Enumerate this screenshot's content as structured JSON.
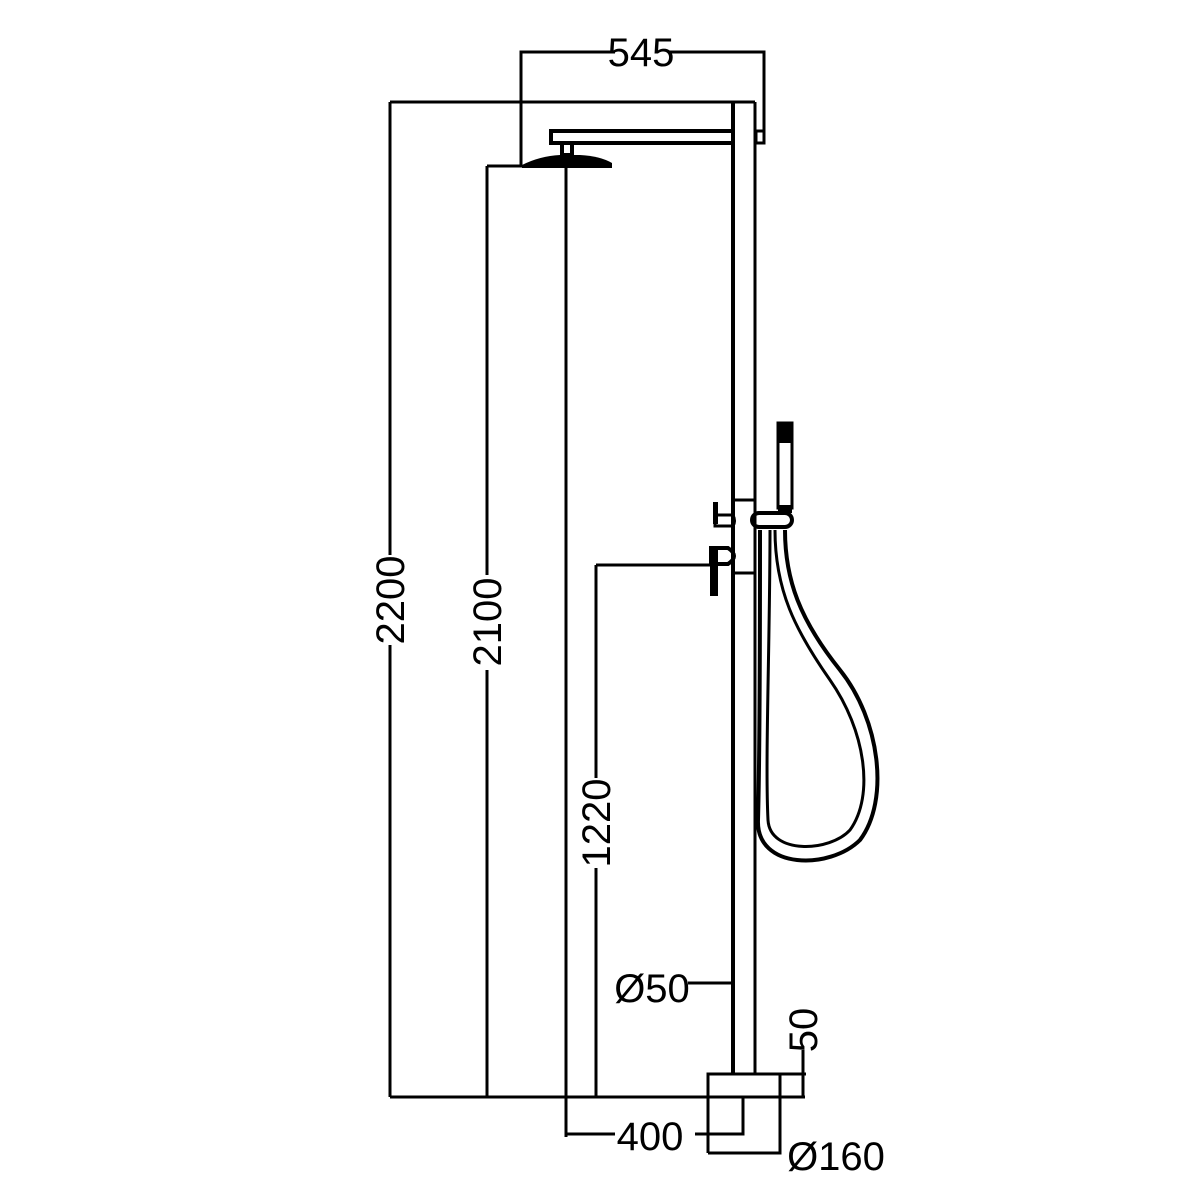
{
  "drawing": {
    "dimensions": {
      "arm_reach": "545",
      "total_height": "2200",
      "head_height": "2100",
      "mixer_height": "1220",
      "column_diameter": "Ø50",
      "base_height": "50",
      "head_offset": "400",
      "base_diameter": "Ø160"
    }
  }
}
